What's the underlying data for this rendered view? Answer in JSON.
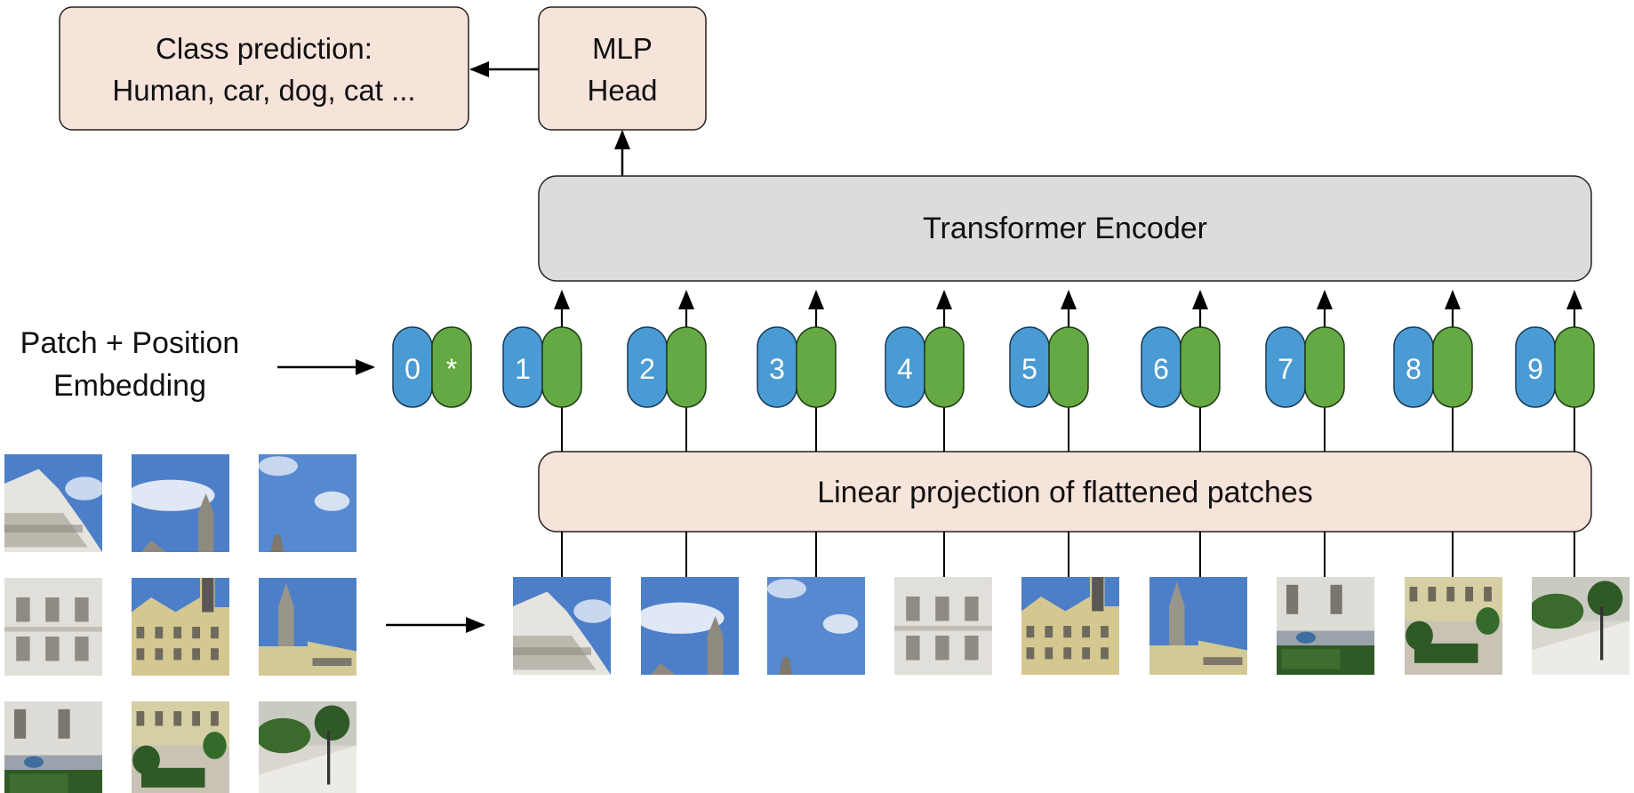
{
  "class_prediction": {
    "line1": "Class prediction:",
    "line2": "Human, car, dog, cat ..."
  },
  "mlp_head": {
    "line1": "MLP",
    "line2": "Head"
  },
  "transformer_encoder": {
    "label": "Transformer Encoder"
  },
  "linear_projection": {
    "label": "Linear projection of flattened patches"
  },
  "patch_position_label": {
    "line1": "Patch + Position",
    "line2": "Embedding"
  },
  "tokens": [
    {
      "index": "0",
      "embed": "*"
    },
    {
      "index": "1",
      "embed": ""
    },
    {
      "index": "2",
      "embed": ""
    },
    {
      "index": "3",
      "embed": ""
    },
    {
      "index": "4",
      "embed": ""
    },
    {
      "index": "5",
      "embed": ""
    },
    {
      "index": "6",
      "embed": ""
    },
    {
      "index": "7",
      "embed": ""
    },
    {
      "index": "8",
      "embed": ""
    },
    {
      "index": "9",
      "embed": ""
    }
  ],
  "colors": {
    "box_peach": "#f6e3da",
    "box_gray": "#dcdcdc",
    "position_blue": "#4a9bd4",
    "patch_green": "#64a943",
    "sky": "#4d7fc9",
    "building": "#d9d5c8"
  },
  "patches": [
    {
      "name": "patch-1",
      "kind": "dome"
    },
    {
      "name": "patch-2",
      "kind": "sky-tower"
    },
    {
      "name": "patch-3",
      "kind": "sky-spire"
    },
    {
      "name": "patch-4",
      "kind": "facade"
    },
    {
      "name": "patch-5",
      "kind": "facade-yellow"
    },
    {
      "name": "patch-6",
      "kind": "tower-side"
    },
    {
      "name": "patch-7",
      "kind": "street"
    },
    {
      "name": "patch-8",
      "kind": "garden"
    },
    {
      "name": "patch-9",
      "kind": "plaza"
    }
  ]
}
